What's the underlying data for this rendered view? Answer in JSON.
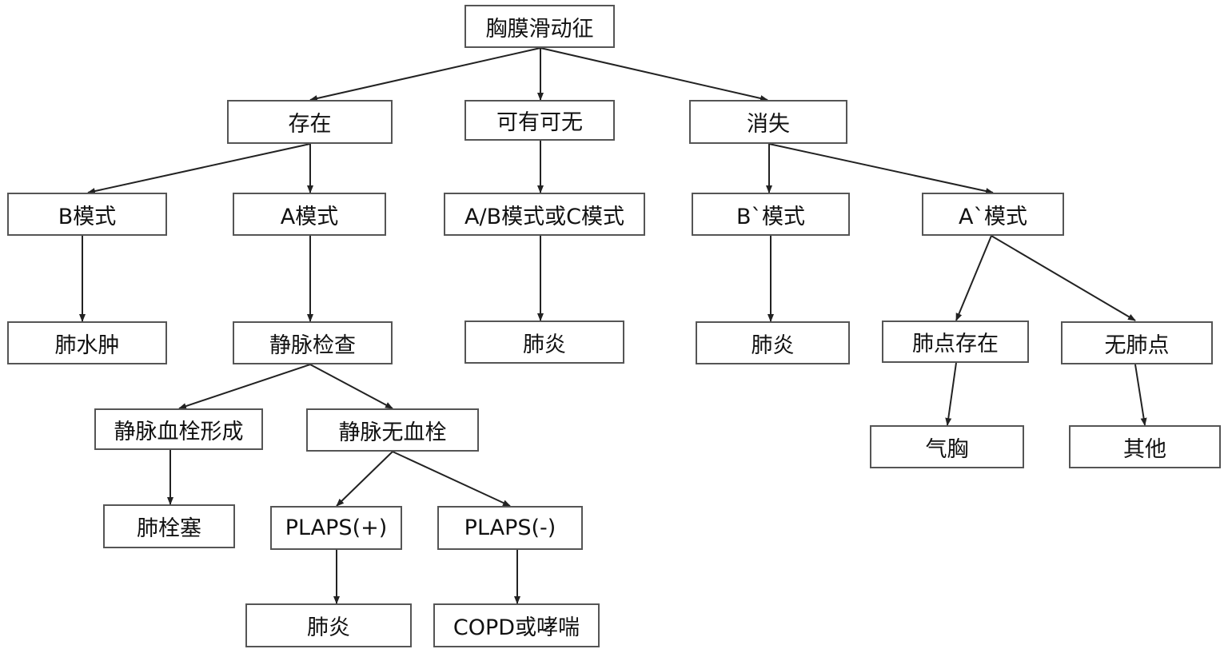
{
  "root": "胸膜滑动征",
  "level1": {
    "present": "存在",
    "maybe": "可有可无",
    "absent": "消失"
  },
  "level2": {
    "b_mode": "B模式",
    "a_mode": "A模式",
    "ab_c_mode": "A/B模式或C模式",
    "b_prime_mode": "B`模式",
    "a_prime_mode": "A`模式"
  },
  "level3": {
    "pulmonary_edema": "肺水肿",
    "venous_exam": "静脉检查",
    "pneumonia_1": "肺炎",
    "pneumonia_2": "肺炎",
    "lung_point_present": "肺点存在",
    "no_lung_point": "无肺点"
  },
  "level4": {
    "venous_thrombosis": "静脉血栓形成",
    "no_venous_thrombosis": "静脉无血栓",
    "pneumothorax": "气胸",
    "other": "其他"
  },
  "level5": {
    "pulmonary_embolism": "肺栓塞",
    "plaps_pos": "PLAPS(+)",
    "plaps_neg": "PLAPS(-)"
  },
  "level6": {
    "pneumonia_3": "肺炎",
    "copd_asthma": "COPD或哮喘"
  }
}
